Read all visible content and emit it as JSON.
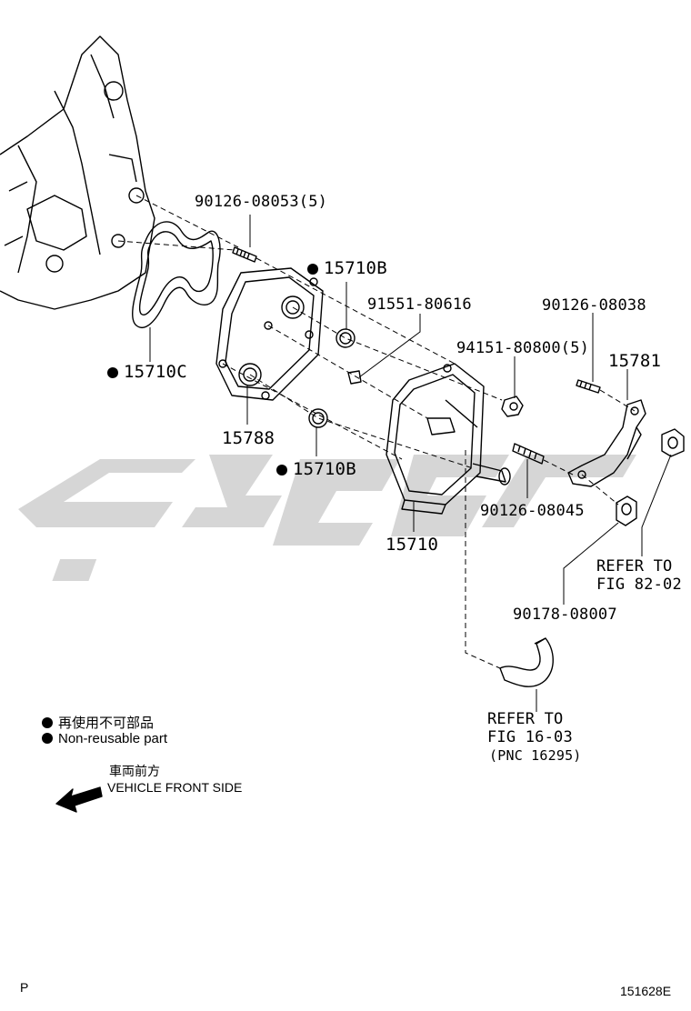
{
  "labels": {
    "p90126_08053": "90126-08053(5)",
    "p15710B_top": "15710B",
    "p91551_80616": "91551-80616",
    "p90126_08038": "90126-08038",
    "p94151_80800": "94151-80800(5)",
    "p15781": "15781",
    "p15710C": "15710C",
    "p15788": "15788",
    "p15710B_bottom": "15710B",
    "p90126_08045": "90126-08045",
    "p15710": "15710",
    "refer_82_line1": "REFER TO",
    "refer_82_line2": "FIG 82-02",
    "p90178_08007": "90178-08007",
    "refer_16_line1": "REFER TO",
    "refer_16_line2": "FIG 16-03",
    "refer_16_line3": "(PNC 16295)"
  },
  "legend": {
    "jp_nonreusable": "再使用不可部品",
    "en_nonreusable": "Non-reusable part",
    "jp_front": "車両前方",
    "en_front": "VEHICLE FRONT SIDE"
  },
  "footer": {
    "left": "P",
    "right": "151628E"
  }
}
